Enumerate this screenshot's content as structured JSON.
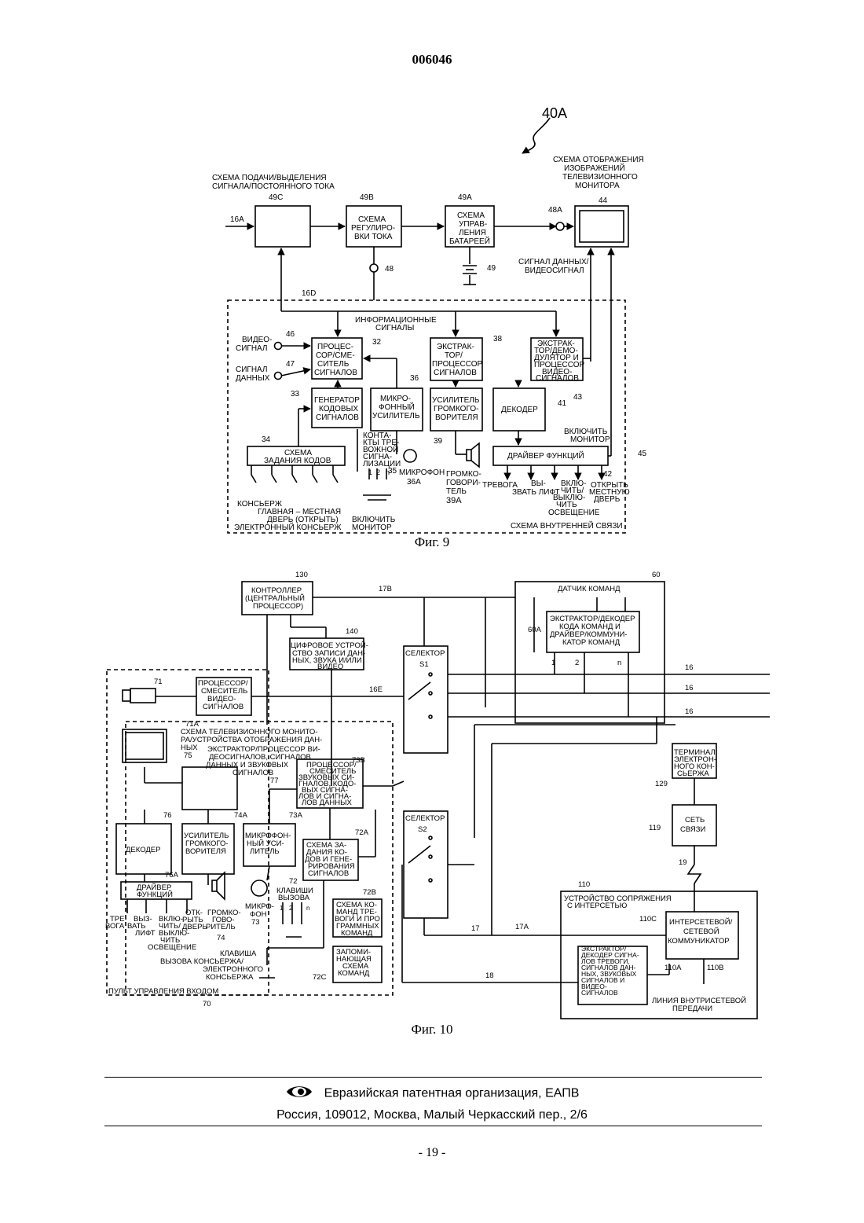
{
  "header": {
    "doc_number": "006046"
  },
  "fig9": {
    "ref": "40A",
    "caption": "Фиг. 9",
    "labels": {
      "supply_l1": "СХЕМА ПОДАЧИ/ВЫДЕЛЕНИЯ",
      "supply_l2": "СИГНАЛА/ПОСТОЯННОГО ТОКА",
      "n49c": "49C",
      "n49b": "49B",
      "n49a": "49A",
      "n48a": "48A",
      "n44": "44",
      "display_l1": "СХЕМА ОТОБРАЖЕНИЯ",
      "display_l2": "ИЗОБРАЖЕНИЙ",
      "display_l3": "ТЕЛЕВИЗИОННОГО",
      "display_l4": "МОНИТОРА",
      "n16a": "16A",
      "b49b_l1": "СХЕМА",
      "b49b_l2": "РЕГУЛИРО-",
      "b49b_l3": "ВКИ ТОКА",
      "b49a_l1": "СХЕМА",
      "b49a_l2": "УПРАВ-",
      "b49a_l3": "ЛЕНИЯ",
      "b49a_l4": "БАТАРЕЕЙ",
      "n48": "48",
      "n49": "49",
      "datavideo_l1": "СИГНАЛ ДАННЫХ/",
      "datavideo_l2": "ВИДЕОСИГНАЛ",
      "n16d": "16D",
      "info_l1": "ИНФОРМАЦИОННЫЕ",
      "info_l2": "СИГНАЛЫ",
      "video_in_l1": "ВИДЕО-",
      "video_in_l2": "СИГНАЛ",
      "n46": "46",
      "data_in_l1": "СИГНАЛ",
      "data_in_l2": "ДАННЫХ",
      "n47": "47",
      "b32_l1": "ПРОЦЕС-",
      "b32_l2": "СОР/СМЕ-",
      "b32_l3": "СИТЕЛЬ",
      "b32_l4": "СИГНАЛОВ",
      "n32": "32",
      "b38_l1": "ЭКСТРАК-",
      "b38_l2": "ТОР/",
      "b38_l3": "ПРОЦЕССОР",
      "b38_l4": "СИГНАЛОВ",
      "n38": "38",
      "bx_l1": "ЭКСТРАК-",
      "bx_l2": "ТОР/ДЕМО-",
      "bx_l3": "ДУЛЯТОР И",
      "bx_l4": "ПРОЦЕССОР",
      "bx_l5": "ВИДЕО-",
      "bx_l6": "СИГНАЛОВ",
      "n43": "43",
      "n33": "33",
      "b33_l1": "ГЕНЕРАТОР",
      "b33_l2": "КОДОВЫХ",
      "b33_l3": "СИГНАЛОВ",
      "n36": "36",
      "b36_l1": "МИКРО-",
      "b36_l2": "ФОННЫЙ",
      "b36_l3": "УСИЛИТЕЛЬ",
      "b39_l1": "УСИЛИТЕЛЬ",
      "b39_l2": "ГРОМКОГО-",
      "b39_l3": "ВОРИТЕЛЯ",
      "b41": "ДЕКОДЕР",
      "n41": "41",
      "n34": "34",
      "b34_l1": "СХЕМА",
      "b34_l2": "ЗАДАНИЯ КОДОВ",
      "alarm_l1": "КОНТА-",
      "alarm_l2": "КТЫ ТРЕ-",
      "alarm_l3": "ВОЖНОЙ",
      "alarm_l4": "СИГНА-",
      "alarm_l5": "ЛИЗАЦИИ",
      "mic36a_l1": "МИКРОФОН",
      "mic36a_l2": "36A",
      "n35": "35",
      "n39": "39",
      "spk_l1": "ГРОМКО-",
      "spk_l2": "ГОВОРИ-",
      "spk_l3": "ТЕЛЬ",
      "spk_l4": "39A",
      "monitor_on_l1": "ВКЛЮЧИТЬ",
      "monitor_on_l2": "МОНИТОР",
      "b42": "ДРАЙВЕР ФУНКЦИЙ",
      "n42": "42",
      "n45": "45",
      "out_alarm": "ТРЕВОГА",
      "out_call_l1": "ВЫ-",
      "out_call_l2": "ЗВАТЬ ЛИФТ",
      "out_light_l1": "ВКЛЮ-",
      "out_light_l2": "ЧИТЬ/",
      "out_light_l3": "ВЫКЛЮ-",
      "out_light_l4": "ЧИТЬ",
      "out_light_l5": "ОСВЕЩЕНИЕ",
      "out_door_l1": "ОТКРЫТЬ",
      "out_door_l2": "МЕСТНУЮ",
      "out_door_l3": "ДВЕРЬ",
      "k_concierge": "КОНСЬЕРЖ",
      "k_main_l1": "ГЛАВНАЯ – МЕСТНАЯ",
      "k_main_l2": "ДВЕРЬ (ОТКРЫТЬ)",
      "k_econc": "ЭЛЕКТРОННЫЙ КОНСЬЕРЖ",
      "k_mon_l1": "ВКЛЮЧИТЬ",
      "k_mon_l2": "МОНИТОР",
      "intercom": "СХЕМА ВНУТРЕННЕЙ СВЯЗИ",
      "sw1": "1",
      "sw2": "2",
      "swn": "n"
    }
  },
  "fig10": {
    "caption": "Фиг. 10",
    "labels": {
      "n130": "130",
      "b130_l1": "КОНТРОЛЛЕР",
      "b130_l2": "(ЦЕНТРАЛЬНЫЙ",
      "b130_l3": "ПРОЦЕССОР)",
      "n17b": "17B",
      "n60": "60",
      "sensor": "ДАТЧИК КОМАНД",
      "b60a_l1": "ЭКСТРАКТОР/ДЕКОДЕР",
      "b60a_l2": "КОДА КОМАНД И",
      "b60a_l3": "ДРАЙВЕР/КОММУНИ-",
      "b60a_l4": "КАТОР КОМАНД",
      "n60a": "60A",
      "n140": "140",
      "b140_l1": "ЦИФРОВОЕ УСТРОЙ-",
      "b140_l2": "СТВО ЗАПИСИ ДАН-",
      "b140_l3": "НЫХ, ЗВУКА И/ИЛИ",
      "b140_l4": "ВИДЕО",
      "s1_l1": "СЕЛЕКТОР",
      "s1_l2": "S1",
      "p1": "1",
      "p2": "2",
      "pn": "n",
      "n16_1": "16",
      "n16_2": "16",
      "n16_3": "16",
      "n71": "71",
      "b71_l1": "ПРОЦЕССОР/",
      "b71_l2": "СМЕСИТЕЛЬ",
      "b71_l3": "ВИДЕО-",
      "b71_l4": "СИГНАЛОВ",
      "n16e": "16E",
      "n71a": "71A",
      "tv_l1": "СХЕМА ТЕЛЕВИЗИОННОГО МОНИТО-",
      "tv_l2": "РА/УСТРОЙСТВА ОТОБРАЖЕНИЯ ДАН-",
      "tv_l3": "НЫХ",
      "n75": "75",
      "ext_l1": "ЭКСТРАКТОР/ПРОЦЕССОР ВИ-",
      "ext_l2": "ДЕОСИГНАЛОВ, СИГНАЛОВ",
      "ext_l3": "ДАННЫХ И ЗВУКОВЫХ",
      "ext_l4": "СИГНАЛОВ",
      "n77": "77",
      "n73b": "73B",
      "b73b_l1": "ПРОЦЕССОР/",
      "b73b_l2": "СМЕСИТЕЛЬ",
      "b73b_l3": "ЗВУКОВЫХ СИ-",
      "b73b_l4": "ГНАЛОВ, КОДО-",
      "b73b_l5": "ВЫХ СИГНА-",
      "b73b_l6": "ЛОВ И СИГНА-",
      "b73b_l7": "ЛОВ ДАННЫХ",
      "n76": "76",
      "b76": "ДЕКОДЕР",
      "b74_l1": "УСИЛИТЕЛЬ",
      "b74_l2": "ГРОМКОГО-",
      "b74_l3": "ВОРИТЕЛЯ",
      "n74a": "74A",
      "b73_l1": "МИКРОФОН-",
      "b73_l2": "НЫЙ УСИ-",
      "b73_l3": "ЛИТЕЛЬ",
      "n73a": "73A",
      "n72a": "72A",
      "b72_l1": "СХЕМА ЗА-",
      "b72_l2": "ДАНИЯ КО-",
      "b72_l3": "ДОВ И ГЕНЕ-",
      "b72_l4": "РИРОВАНИЯ",
      "b72_l5": "СИГНАЛОВ",
      "s2_l1": "СЕЛЕКТОР",
      "s2_l2": "S2",
      "n129": "129",
      "b129_l1": "ТЕРМИНАЛ",
      "b129_l2": "ЭЛЕКТРОН-",
      "b129_l3": "НОГО КОН-",
      "b129_l4": "СЬЕРЖА",
      "n119": "119",
      "b119_l1": "СЕТЬ",
      "b119_l2": "СВЯЗИ",
      "n19": "19",
      "n76a": "76A",
      "b76a_l1": "ДРАЙВЕР",
      "b76a_l2": "ФУНКЦИЙ",
      "n72": "72",
      "keys_l1": "КЛАВИШИ",
      "keys_l2": "ВЫЗОВА",
      "mic_l1": "МИКРО-",
      "mic_l2": "ФОН",
      "mic_l3": "73",
      "o_alarm_l1": "ТРЕ-",
      "o_alarm_l2": "ВОГА",
      "o_call_l1": "ВЫЗ-",
      "o_call_l2": "ВАТЬ",
      "o_call_l3": "ЛИФТ",
      "o_light_l1": "ВКЛЮ-",
      "o_light_l2": "ЧИТЬ/",
      "o_light_l3": "ВЫКЛЮ-",
      "o_light_l4": "ЧИТЬ",
      "o_light_l5": "ОСВЕЩЕНИЕ",
      "o_door_l1": "ОТК-",
      "o_door_l2": "РЫТЬ",
      "o_door_l3": "ДВЕРЬ",
      "o_spk_l1": "ГРОМКО-",
      "o_spk_l2": "ГОВО-",
      "o_spk_l3": "РИТЕЛЬ",
      "o_spk_l4": "74",
      "n72b": "72B",
      "b72b_l1": "СХЕМА КО-",
      "b72b_l2": "МАНД ТРЕ-",
      "b72b_l3": "ВОГИ И ПРО",
      "b72b_l4": "ГРАММНЫХ",
      "b72b_l5": "КОМАНД",
      "n110": "110",
      "iface_l1": "УСТРОЙСТВО СОПРЯЖЕНИЯ",
      "iface_l2": "С ИНТЕРСЕТЬЮ",
      "n110c": "110C",
      "b110c_l1": "ИНТЕРСЕТЕВОЙ/",
      "b110c_l2": "СЕТЕВОЙ",
      "b110c_l3": "КОММУНИКАТОР",
      "n17a": "17A",
      "n17": "17",
      "ck_l1": "КЛАВИША",
      "ck_l2": "ВЫЗОВА КОНСЬЕРЖА/",
      "ck_l3": "ЭЛЕКТРОННОГО",
      "ck_l4": "КОНСЬЕРЖА",
      "b72c_l1": "ЗАПОМИ-",
      "b72c_l2": "НАЮЩАЯ",
      "b72c_l3": "СХЕМА",
      "b72c_l4": "КОМАНД",
      "n72c": "72C",
      "n18": "18",
      "b110a_l1": "ЭКСТРАКТОР/",
      "b110a_l2": "ДЕКОДЕР СИГНА-",
      "b110a_l3": "ЛОВ ТРЕВОГИ,",
      "b110a_l4": "СИГНАЛОВ ДАН-",
      "b110a_l5": "НЫХ, ЗВУКОВЫХ",
      "b110a_l6": "СИГНАЛОВ И",
      "b110a_l7": "ВИДЕО-",
      "b110a_l8": "СИГНАЛОВ",
      "n110a": "110A",
      "n110b": "110B",
      "line_l1": "ЛИНИЯ ВНУТРИСЕТЕВОЙ",
      "line_l2": "ПЕРЕДАЧИ",
      "console": "ПУЛЬТ УПРАВЛЕНИЯ ВХОДОМ",
      "n70": "70",
      "k1": "1",
      "k2": "2",
      "kn": "n"
    }
  },
  "footer": {
    "org": "Евразийская патентная организация, ЕАПВ",
    "address": "Россия, 109012, Москва, Малый Черкасский пер., 2/6",
    "page": "- 19 -"
  }
}
